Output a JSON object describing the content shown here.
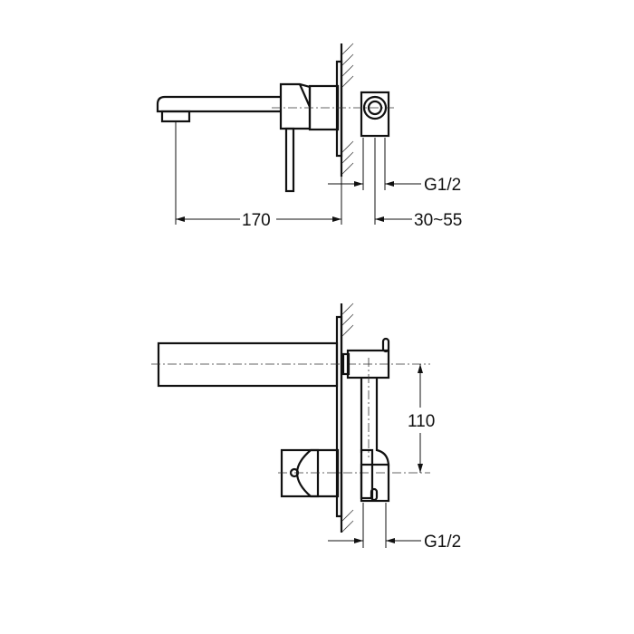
{
  "top_view": {
    "dim_length": "170",
    "dim_wall_depth": "30~55",
    "dim_connection": "G1/2"
  },
  "front_view": {
    "dim_height": "110",
    "dim_connection": "G1/2"
  },
  "colors": {
    "line": "#111111",
    "background": "#ffffff"
  }
}
